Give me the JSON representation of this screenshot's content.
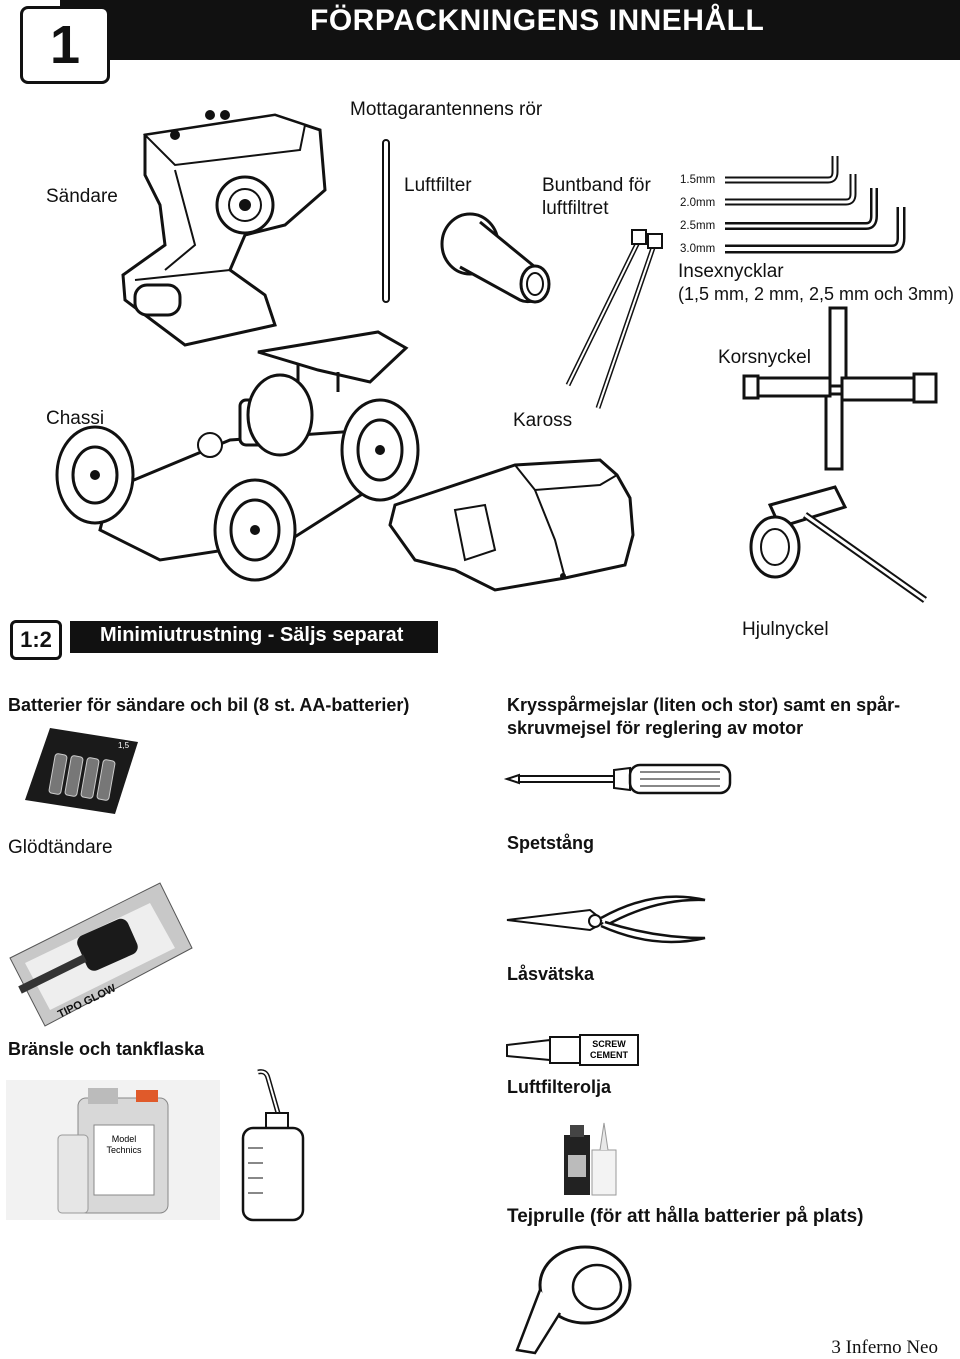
{
  "header": {
    "step_number": "1",
    "title": "FÖRPACKNINGENS INNEHÅLL"
  },
  "items": {
    "sandare": "Sändare",
    "antenna_tube": "Mottagarantennens rör",
    "luftfilter": "Luftfilter",
    "buntband": "Buntband för luftfiltret",
    "hex_sizes": [
      "1.5mm",
      "2.0mm",
      "2.5mm",
      "3.0mm"
    ],
    "insexnycklar": "Insexnycklar",
    "insexnycklar_sizes": "(1,5 mm, 2 mm, 2,5 mm och 3mm)",
    "korsnyckel": "Korsnyckel",
    "chassi": "Chassi",
    "kaross": "Kaross",
    "hjulnyckel": "Hjulnyckel"
  },
  "section": {
    "badge": "1:2",
    "title": "Minimiutrustning - Säljs separat"
  },
  "requirements": {
    "batterier": "Batterier för sändare och bil (8 st. AA-batterier)",
    "skruvmejslar_line1": "Krysspårmejslar (liten och stor) samt en spår-",
    "skruvmejslar_line2": "skruvmejsel för reglering av motor",
    "glodtandare": "Glödtändare",
    "spetstang": "Spetstång",
    "lasvatska": "Låsvätska",
    "bransle": "Bränsle och tankflaska",
    "luftfilterolja": "Luftfilterolja",
    "tejprulle": "Tejprulle (för att hålla batterier på plats)"
  },
  "product_labels": {
    "screw_cement_1": "SCREW",
    "screw_cement_2": "CEMENT",
    "glow_brand": "TIPO GLOW",
    "battery_voltage": "1,5",
    "fuel_brand_1": "Model",
    "fuel_brand_2": "Technics"
  },
  "footer": {
    "page": "3 Inferno Neo"
  }
}
